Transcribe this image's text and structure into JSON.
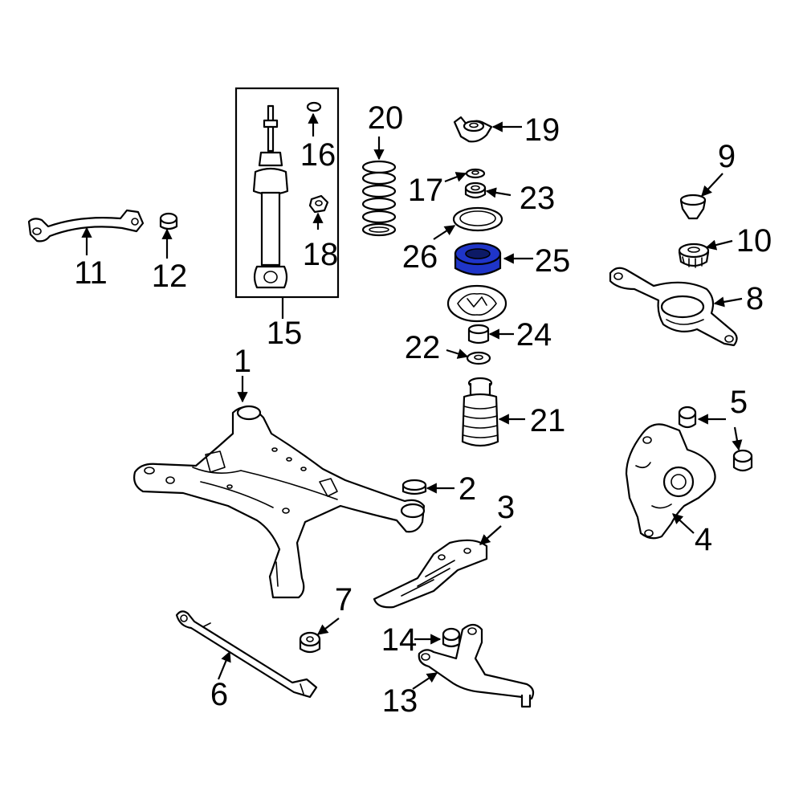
{
  "highlight_color": "#1f35c8",
  "highlighted_part": "25",
  "callouts": {
    "c1": "1",
    "c2": "2",
    "c3": "3",
    "c4": "4",
    "c5": "5",
    "c6": "6",
    "c7": "7",
    "c8": "8",
    "c9": "9",
    "c10": "10",
    "c11": "11",
    "c12": "12",
    "c13": "13",
    "c14": "14",
    "c15": "15",
    "c16": "16",
    "c17": "17",
    "c18": "18",
    "c19": "19",
    "c20": "20",
    "c21": "21",
    "c22": "22",
    "c23": "23",
    "c24": "24",
    "c25": "25",
    "c26": "26"
  }
}
